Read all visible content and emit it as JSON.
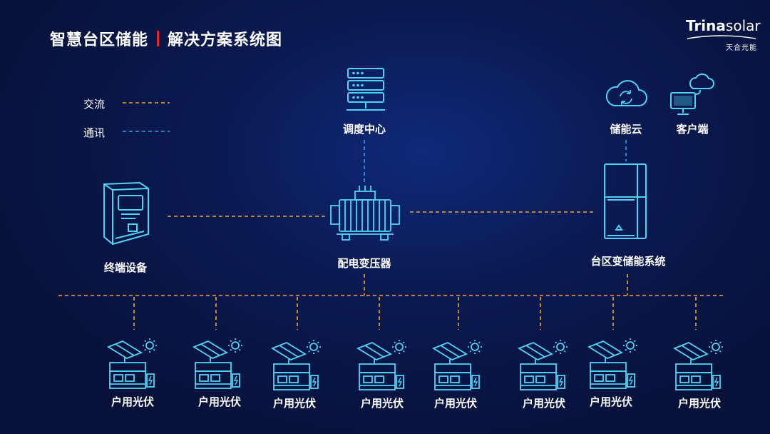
{
  "title": {
    "part1": "智慧台区储能",
    "part2": "解决方案系统图"
  },
  "logo": {
    "brand": "Trina",
    "brand_suffix": "solar",
    "chinese": "天合光能"
  },
  "legend": {
    "ac": "交流",
    "comm": "通讯"
  },
  "colors": {
    "ac": "#f5a623",
    "comm": "#2f9bf0",
    "icon": "#4fd3f5",
    "accent": "#e3262c"
  },
  "nodes": {
    "dispatch": "调度中心",
    "storage_cloud": "储能云",
    "client": "客户端",
    "terminal": "终端设备",
    "transformer": "配电变压器",
    "storage_system": "台区变储能系统"
  },
  "pv_units": [
    "户用光伏",
    "户用光伏",
    "户用光伏",
    "户用光伏",
    "户用光伏",
    "户用光伏",
    "户用光伏",
    "户用光伏"
  ]
}
